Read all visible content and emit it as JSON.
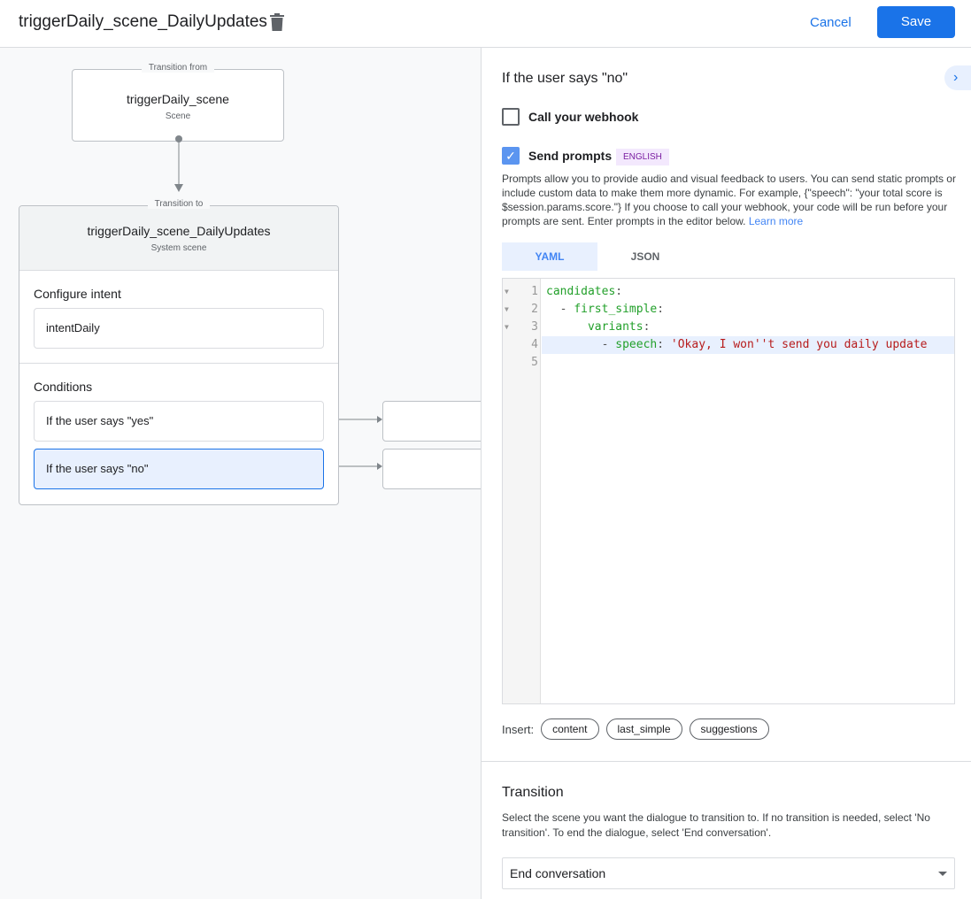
{
  "header": {
    "title": "triggerDaily_scene_DailyUpdates",
    "cancel_label": "Cancel",
    "save_label": "Save"
  },
  "canvas": {
    "from": {
      "legend": "Transition from",
      "name": "triggerDaily_scene",
      "type": "Scene"
    },
    "to": {
      "legend": "Transition to",
      "name": "triggerDaily_scene_DailyUpdates",
      "type": "System scene",
      "intent_label": "Configure intent",
      "intent": "intentDaily",
      "conditions_label": "Conditions",
      "conditions": [
        "If the user says \"yes\"",
        "If the user says \"no\""
      ]
    }
  },
  "panel": {
    "title": "If the user says \"no\"",
    "webhook_label": "Call your webhook",
    "webhook_checked": false,
    "prompts_label": "Send prompts",
    "prompts_checked": true,
    "language_badge": "ENGLISH",
    "description": "Prompts allow you to provide audio and visual feedback to users. You can send static prompts or include custom data to make them more dynamic. For example, {\"speech\": \"your total score is $session.params.score.\"} If you choose to call your webhook, your code will be run before your prompts are sent. Enter prompts in the editor below.",
    "learn_more": "Learn more",
    "tabs": [
      "YAML",
      "JSON"
    ],
    "active_tab": "YAML",
    "code_lines": [
      "candidates:",
      "  - first_simple:",
      "      variants:",
      "        - speech: 'Okay, I won''t send you daily update",
      ""
    ],
    "insert_label": "Insert:",
    "insert_chips": [
      "content",
      "last_simple",
      "suggestions"
    ],
    "transition": {
      "title": "Transition",
      "description": "Select the scene you want the dialogue to transition to. If no transition is needed, select 'No transition'. To end the dialogue, select 'End conversation'.",
      "selected": "End conversation"
    }
  },
  "colors": {
    "accent": "#1a73e8",
    "selected_bg": "#e8f0fe",
    "badge": "#7b1fa2"
  }
}
